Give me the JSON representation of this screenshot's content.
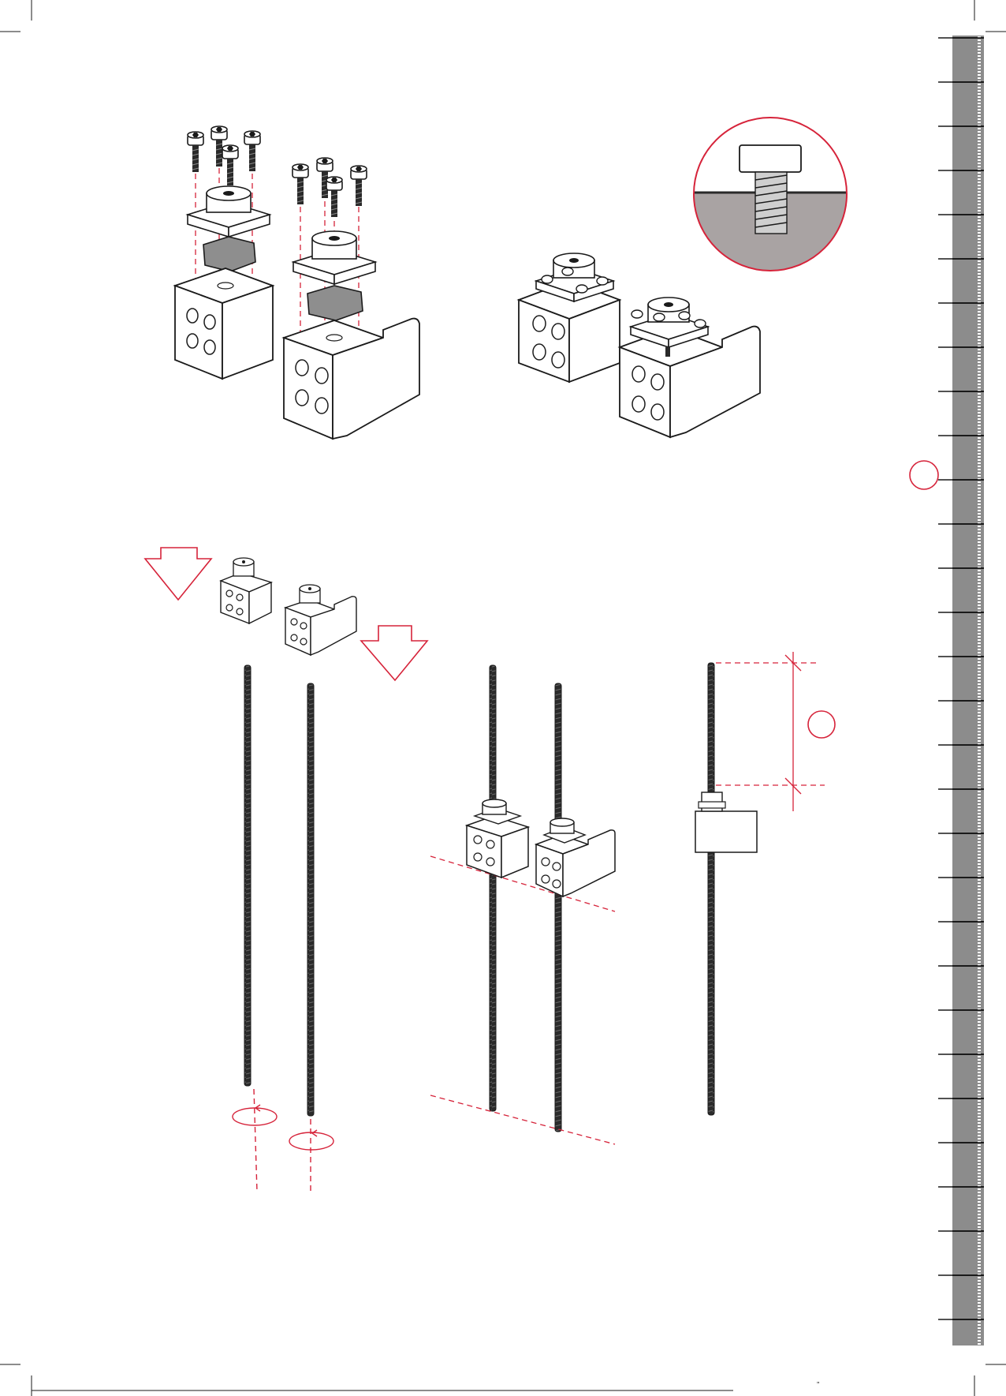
{
  "colors": {
    "accent_red": "#d6233a",
    "ink": "#1a1a1a",
    "gray_fill": "#8e8e8e",
    "dark_gray": "#555555",
    "paper": "#ffffff"
  },
  "icons": {
    "step_circle_upper": "step-marker-circle",
    "step_circle_dimension": "dimension-marker-circle",
    "arrow_down": "red-down-arrow",
    "rotate": "rotation-arrow-icon"
  },
  "footer": {
    "corner_mark": "”"
  }
}
